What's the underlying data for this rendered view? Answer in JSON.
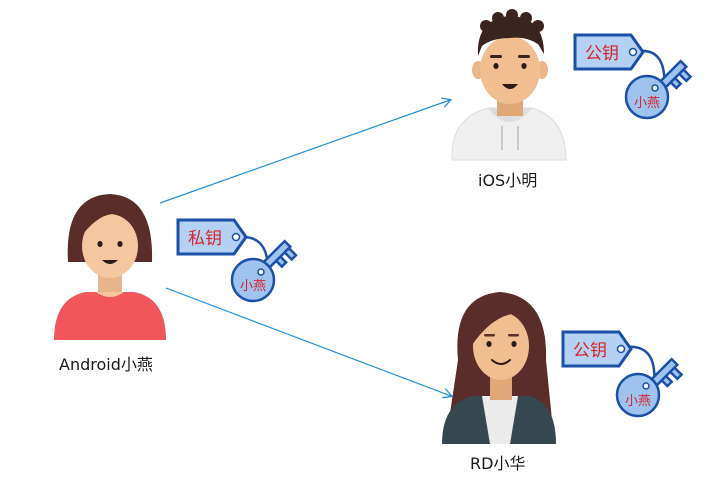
{
  "people": {
    "android": {
      "label": "Android小燕"
    },
    "ios": {
      "label": "iOS小明"
    },
    "rd": {
      "label": "RD小华"
    }
  },
  "keys": {
    "private_key": {
      "tag": "私钥",
      "owner": "小燕"
    },
    "ios_public_key": {
      "tag": "公钥",
      "owner": "小燕"
    },
    "rd_public_key": {
      "tag": "公钥",
      "owner": "小燕"
    }
  },
  "colors": {
    "arrow": "#1f8fdc",
    "key_fill": "#9ec3ef",
    "key_stroke": "#1a50a8",
    "tag_text": "#d8232a",
    "android_shirt": "#f1575a",
    "skin": "#f5c7a0",
    "dark_hair": "#5a2d2a"
  }
}
